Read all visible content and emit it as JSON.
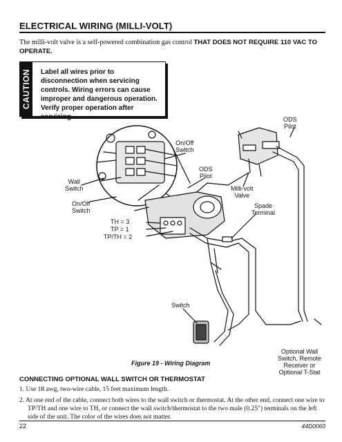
{
  "header": {
    "title": "ELECTRICAL WIRING (MILLI-VOLT)"
  },
  "intro": {
    "text": "The milli-volt valve is a self-powered combination gas control",
    "emphasis": "THAT DOES NOT REQUIRE 110 VAC TO OPERATE."
  },
  "caution": {
    "label": "CAUTION",
    "text": "Label all wires prior to disconnection when servicing controls. Wiring errors can cause improper and dangerous operation. Verify proper operation after servicing."
  },
  "diagram": {
    "labels": {
      "ods_pilot_top": "ODS\nPilot",
      "onoff_switch_top": "On/Off\nSwitch",
      "ods_pilot": "ODS\nPilot",
      "wall_switch": "Wall\nSwitch",
      "millivolt_valve": "Milli-volt\nValve",
      "onoff_switch_left": "On/Off\nSwitch",
      "spade_terminal": "Spade\nTerminal",
      "th": "TH = 3",
      "tp": "TP = 1",
      "tpth": "TP/TH = 2",
      "switch": "Switch",
      "optional_wall": "Optional Wall\nSwitch, Remote\nReceiver or\nOptional T-Stat"
    },
    "caption": "Figure 19 - Wiring Diagram"
  },
  "section": {
    "heading": "CONNECTING OPTIONAL WALL SWITCH OR THERMOSTAT",
    "steps": [
      "1. Use 18 awg, two-wire cable, 15 feet maximum length.",
      "2. At one end of the cable, connect both wires to the wall switch or thermostat. At the other end, connect one wire to TP/TH and one wire to TH, or connect the wall switch/thermostat to the two male (0.25\") terminals on the left side of the unit. The color of the wires does not matter."
    ]
  },
  "footer": {
    "page_number": "22",
    "doc_code": "44D0060"
  }
}
